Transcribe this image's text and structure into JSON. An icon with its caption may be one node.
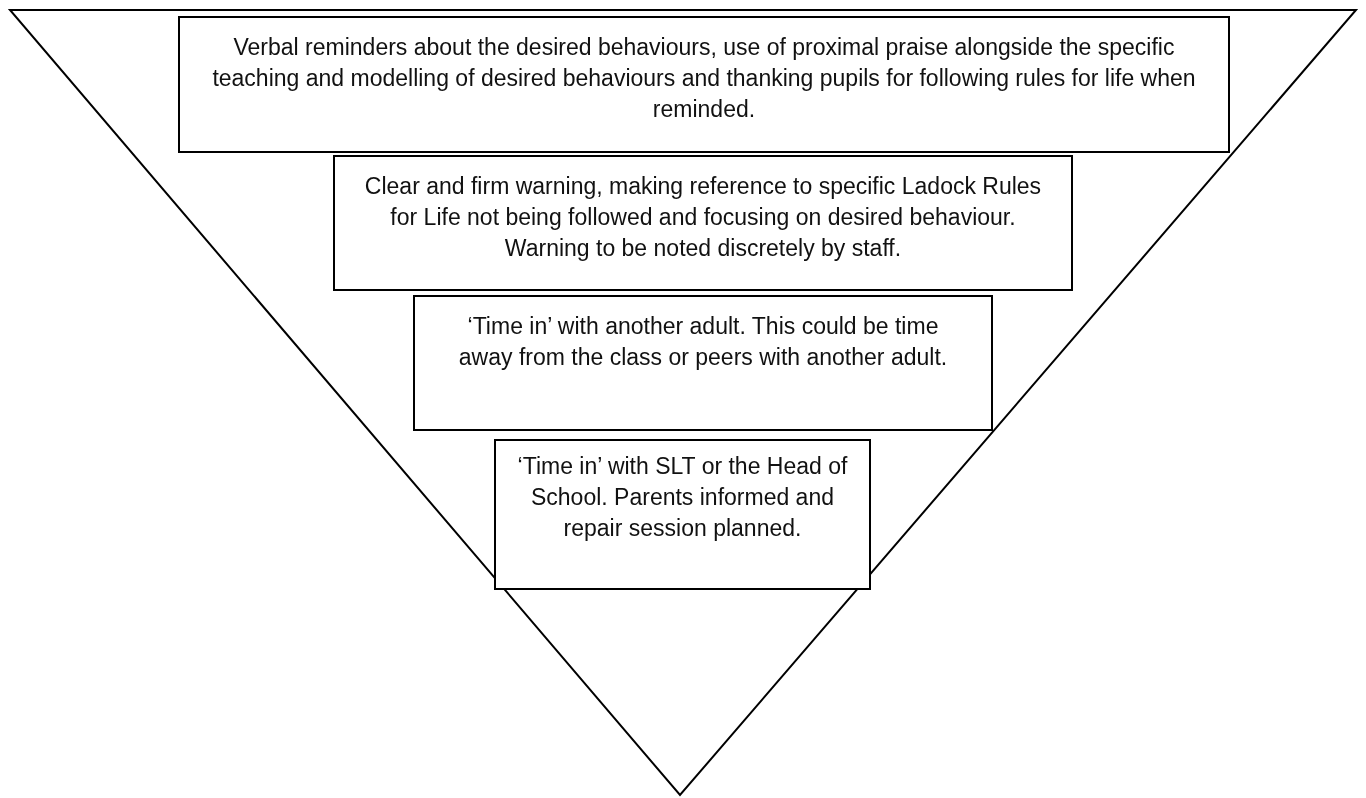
{
  "diagram": {
    "nodes": [
      {
        "text": [
          "Verbal reminders about the desired behaviours, use of proximal praise alongside the specific teaching and modelling of desired behaviours and thanking pupils for following rules for life when reminded."
        ]
      },
      {
        "text": [
          "Clear and firm warning, making reference to specific Ladock Rules for Life not being followed and focusing on desired behaviour. Warning to be noted discretely by staff."
        ]
      },
      {
        "text": [
          "‘Time in’ with another adult. This could be time away from the class or peers with another adult."
        ]
      },
      {
        "text": [
          "‘Time in’ with SLT or the Head of School. Parents informed and repair session planned."
        ]
      }
    ]
  }
}
